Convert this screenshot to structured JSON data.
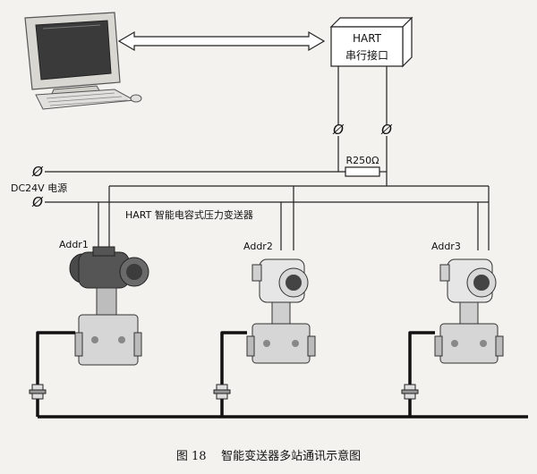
{
  "hart_box": {
    "line1": "HART",
    "line2": "串行接口"
  },
  "resistor_label": "R250Ω",
  "terminal_symbol": "Ø",
  "power_label": "DC24V 电源",
  "transmitter_title": "HART 智能电容式压力变送器",
  "addresses": [
    "Addr1",
    "Addr2",
    "Addr3"
  ],
  "caption": "图 18    智能变送器多站通讯示意图"
}
